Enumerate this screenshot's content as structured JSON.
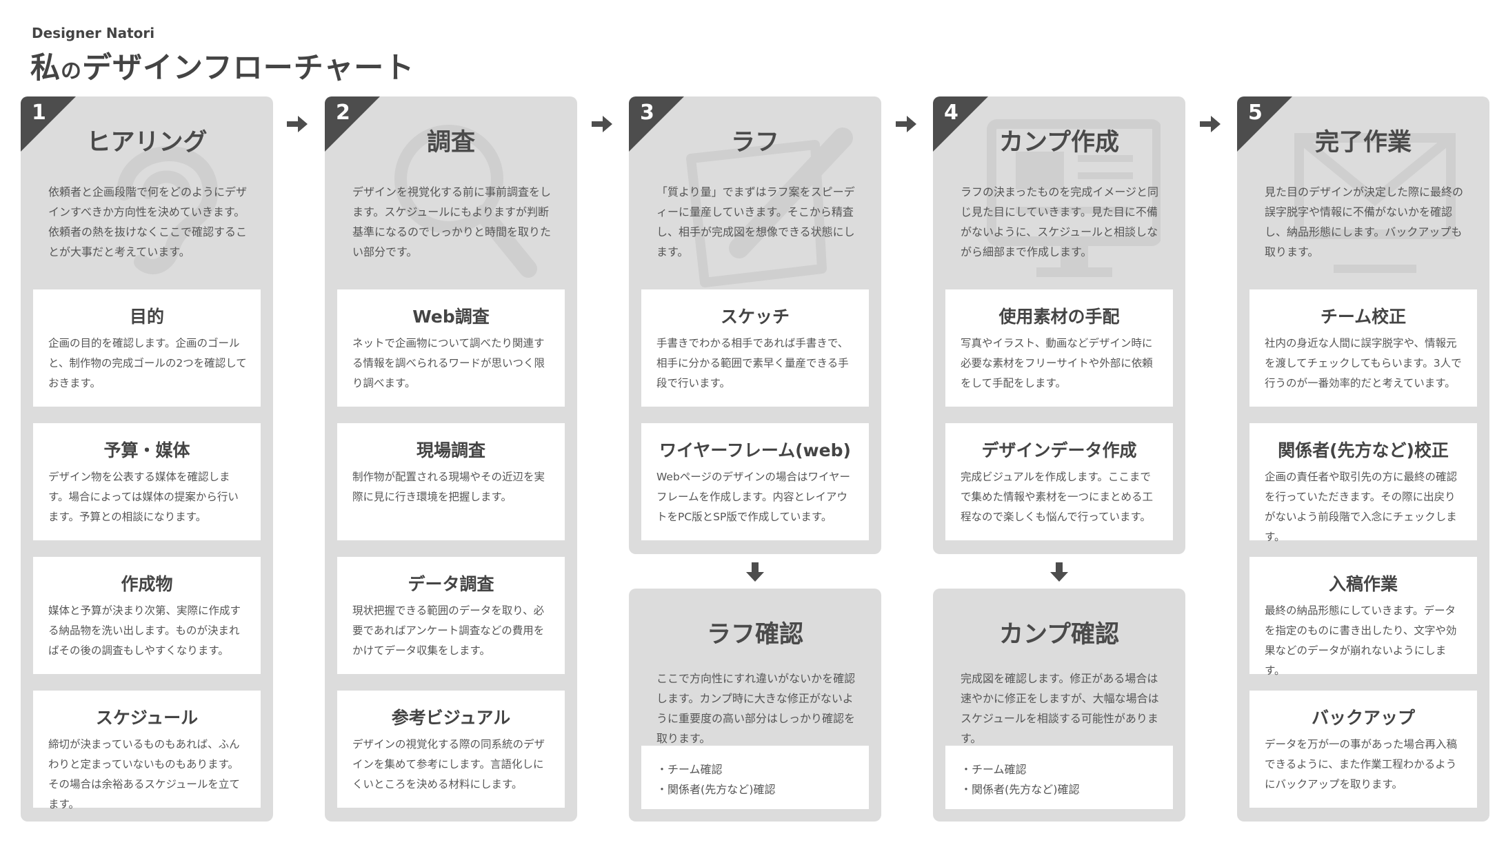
{
  "header": {
    "author": "Designer Natori",
    "title_prefix": "私",
    "title_particle": "の",
    "title_rest": "デザインフローチャート"
  },
  "stages": [
    {
      "number": "1",
      "title": "ヒアリング",
      "icon": "ear-icon",
      "description": "依頼者と企画段階で何をどのようにデザインすべきか方向性を決めていきます。依頼者の熱を抜けなくここで確認することが大事だと考えています。",
      "cards": [
        {
          "title": "目的",
          "text": "企画の目的を確認します。企画のゴールと、制作物の完成ゴールの2つを確認しておきます。"
        },
        {
          "title": "予算・媒体",
          "text": "デザイン物を公表する媒体を確認します。場合によっては媒体の提案から行います。予算との相談になります。"
        },
        {
          "title": "作成物",
          "text": "媒体と予算が決まり次第、実際に作成する納品物を洗い出します。ものが決まればその後の調査もしやすくなります。"
        },
        {
          "title": "スケジュール",
          "text": "締切が決まっているものもあれば、ふんわりと定まっていないものもあります。その場合は余裕あるスケジュールを立てます。"
        }
      ]
    },
    {
      "number": "2",
      "title": "調査",
      "icon": "magnifier-icon",
      "description": "デザインを視覚化する前に事前調査をします。スケジュールにもよりますが判断基準になるのでしっかりと時間を取りたい部分です。",
      "cards": [
        {
          "title": "Web調査",
          "text": "ネットで企画物について調べたり関連する情報を調べられるワードが思いつく限り調べます。"
        },
        {
          "title": "現場調査",
          "text": "制作物が配置される現場やその近辺を実際に見に行き環境を把握します。"
        },
        {
          "title": "データ調査",
          "text": "現状把握できる範囲のデータを取り、必要であればアンケート調査などの費用をかけてデータ収集をします。"
        },
        {
          "title": "参考ビジュアル",
          "text": "デザインの視覚化する際の同系統のデザインを集めて参考にします。言語化しにくいところを決める材料にします。"
        }
      ]
    },
    {
      "number": "3",
      "title": "ラフ",
      "icon": "pencil-paper-icon",
      "description": "「質より量」でまずはラフ案をスピーディーに量産していきます。そこから精査し、相手が完成図を想像できる状態にします。",
      "cards": [
        {
          "title": "スケッチ",
          "text": "手書きでわかる相手であれば手書きで、相手に分かる範囲で素早く量産できる手段で行います。"
        },
        {
          "title": "ワイヤーフレーム(web)",
          "text": "Webページのデザインの場合はワイヤーフレームを作成します。内容とレイアウトをPC版とSP版で作成しています。"
        }
      ],
      "confirm": {
        "title": "ラフ確認",
        "description": "ここで方向性にすれ違いがないかを確認します。カンプ時に大きな修正がないように重要度の高い部分はしっかり確認を取ります。",
        "checklist": [
          "チーム確認",
          "関係者(先方など)確認"
        ]
      }
    },
    {
      "number": "4",
      "title": "カンプ作成",
      "icon": "monitor-icon",
      "description": "ラフの決まったものを完成イメージと同じ見た目にしていきます。見た目に不備がないように、スケジュールと相談しながら細部まで作成します。",
      "cards": [
        {
          "title": "使用素材の手配",
          "text": "写真やイラスト、動画などデザイン時に必要な素材をフリーサイトや外部に依頼をして手配をします。"
        },
        {
          "title": "デザインデータ作成",
          "text": "完成ビジュアルを作成します。ここまでで集めた情報や素材を一つにまとめる工程なので楽しくも悩んで行っています。"
        }
      ],
      "confirm": {
        "title": "カンプ確認",
        "description": "完成図を確認します。修正がある場合は速やかに修正をしますが、大幅な場合はスケジュールを相談する可能性があります。",
        "checklist": [
          "チーム確認",
          "関係者(先方など)確認"
        ]
      }
    },
    {
      "number": "5",
      "title": "完了作業",
      "icon": "envelope-icon",
      "description": "見た目のデザインが決定した際に最終の誤字脱字や情報に不備がないかを確認し、納品形態にします。バックアップも取ります。",
      "cards": [
        {
          "title": "チーム校正",
          "text": "社内の身近な人間に誤字脱字や、情報元を渡してチェックしてもらいます。3人で行うのが一番効率的だと考えています。"
        },
        {
          "title": "関係者(先方など)校正",
          "text": "企画の責任者や取引先の方に最終の確認を行っていただきます。その際に出戻りがないよう前段階で入念にチェックします。"
        },
        {
          "title": "入稿作業",
          "text": "最終の納品形態にしていきます。データを指定のものに書き出したり、文字や効果などのデータが崩れないようにします。"
        },
        {
          "title": "バックアップ",
          "text": "データを万が一の事があった場合再入稿できるように、また作業工程わかるようにバックアップを取ります。"
        }
      ]
    }
  ],
  "colors": {
    "panel": "#dcdcdc",
    "corner": "#4d4d4d",
    "arrow": "#4d4d4d",
    "card": "#ffffff",
    "text": "#4a4a4a",
    "watermark": "#cfcfcf"
  }
}
